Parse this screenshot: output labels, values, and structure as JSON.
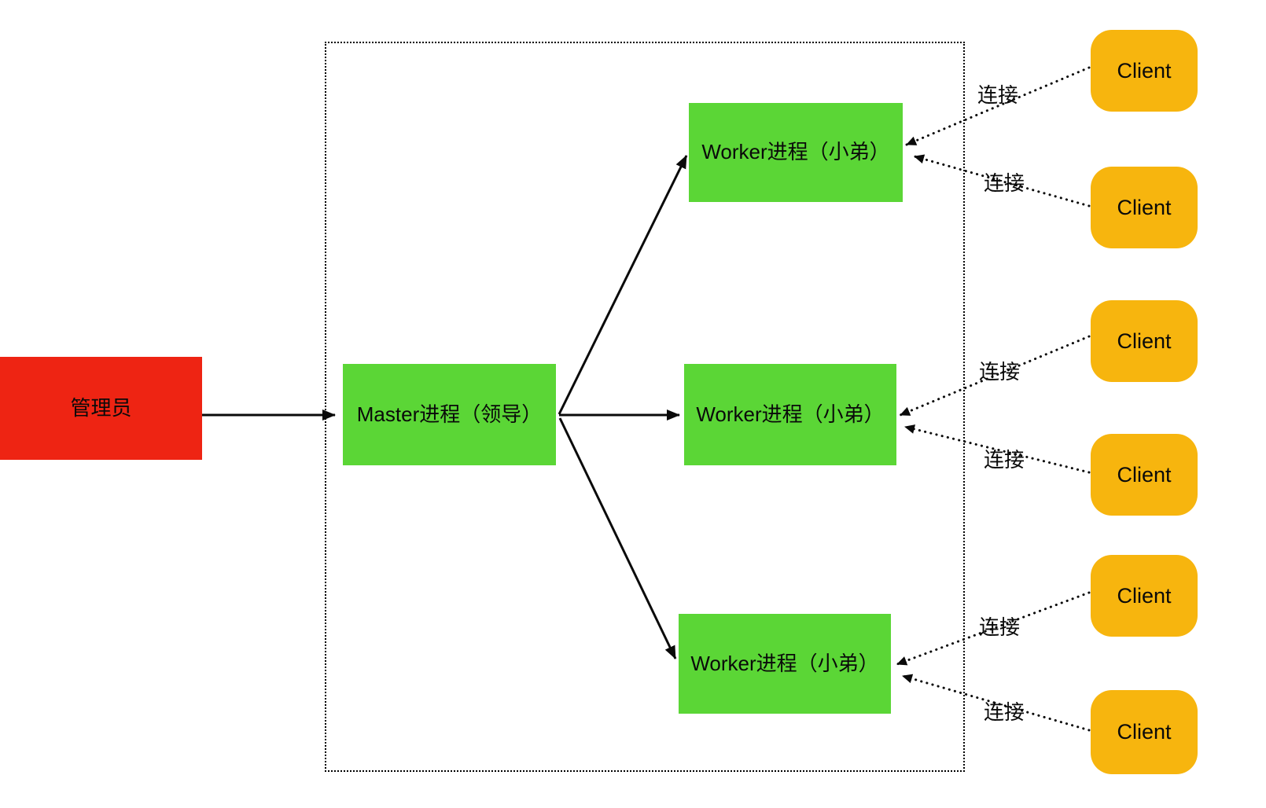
{
  "diagram": {
    "admin": {
      "label": "管理员"
    },
    "master": {
      "label": "Master进程（领导）"
    },
    "workers": [
      {
        "label": "Worker进程（小弟）"
      },
      {
        "label": "Worker进程（小弟）"
      },
      {
        "label": "Worker进程（小弟）"
      }
    ],
    "clients": [
      {
        "label": "Client"
      },
      {
        "label": "Client"
      },
      {
        "label": "Client"
      },
      {
        "label": "Client"
      },
      {
        "label": "Client"
      },
      {
        "label": "Client"
      }
    ],
    "connections": [
      {
        "label": "连接"
      },
      {
        "label": "连接"
      },
      {
        "label": "连接"
      },
      {
        "label": "连接"
      },
      {
        "label": "连接"
      },
      {
        "label": "连接"
      }
    ]
  },
  "colors": {
    "admin_red": "#ee2413",
    "process_green": "#5bd636",
    "client_amber": "#f7b50e",
    "line_black": "#0a0a0a"
  }
}
